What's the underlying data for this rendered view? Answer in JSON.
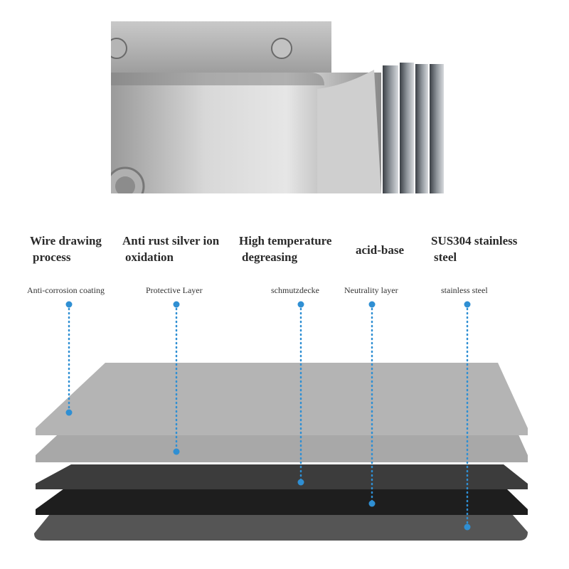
{
  "headings": [
    {
      "line1": "Wire drawing",
      "line2": "process"
    },
    {
      "line1": "Anti rust silver ion",
      "line2": "oxidation"
    },
    {
      "line1": "High temperature",
      "line2": "degreasing"
    },
    {
      "line1": "acid-base",
      "line2": ""
    },
    {
      "line1": "SUS304 stainless",
      "line2": "steel"
    }
  ],
  "layer_labels": [
    "Anti-corrosion coating",
    "Protective Layer",
    "schmutzdecke",
    "Neutrality layer",
    "stainless steel"
  ],
  "colors": {
    "marker": "#2f8fd3",
    "layer1": "#b4b4b4",
    "layer2": "#a8a8a8",
    "layer3": "#3c3c3c",
    "layer4": "#1e1e1e",
    "layer5": "#555555"
  }
}
